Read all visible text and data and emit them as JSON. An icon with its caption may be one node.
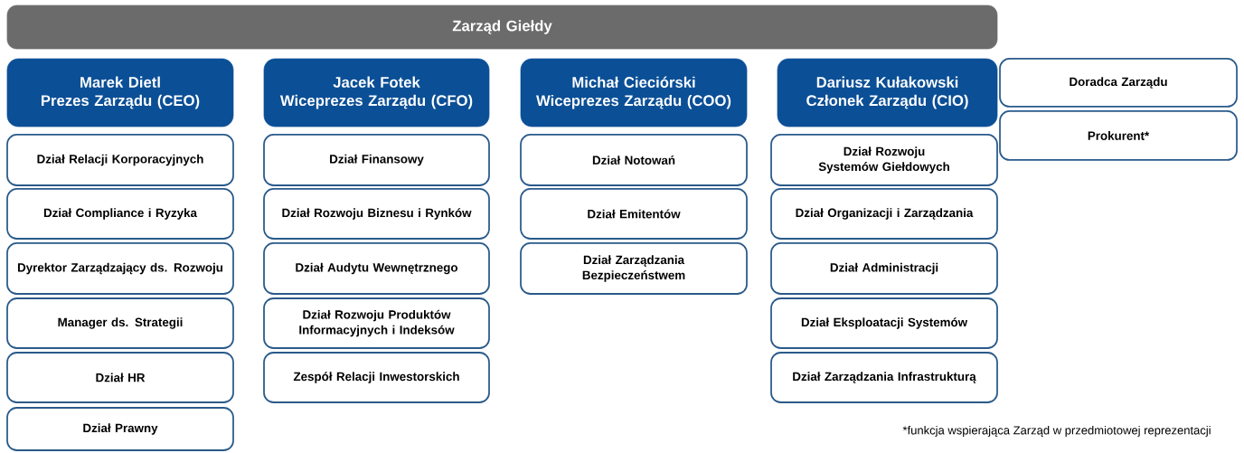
{
  "diagram": {
    "nodes": [
      {
        "text": [
          "Zarząd Giełdy"
        ]
      },
      {
        "text": [
          "Marek Dietl",
          "Prezes Zarządu (CEO)"
        ]
      },
      {
        "text": [
          "Dział Relacji Korporacyjnych"
        ]
      },
      {
        "text": [
          "Dział Compliance i Ryzyka"
        ]
      },
      {
        "text": [
          "Dyrektor Zarządzający ds. Rozwoju"
        ]
      },
      {
        "text": [
          "Manager ds. Strategii"
        ]
      },
      {
        "text": [
          "Dział HR"
        ]
      },
      {
        "text": [
          "Dział Prawny"
        ]
      },
      {
        "text": [
          "Jacek Fotek",
          "Wiceprezes Zarządu (CFO)"
        ]
      },
      {
        "text": [
          "Dział Finansowy"
        ]
      },
      {
        "text": [
          "Dział Rozwoju Biznesu i Rynków"
        ]
      },
      {
        "text": [
          "Dział Audytu Wewnętrznego"
        ]
      },
      {
        "text": [
          "Dział Rozwoju Produktów Informacyjnych i Indeksów"
        ]
      },
      {
        "text": [
          "Zespół Relacji Inwestorskich"
        ]
      },
      {
        "text": [
          "Michał Cieciórski",
          "Wiceprezes Zarządu (COO)"
        ]
      },
      {
        "text": [
          "Dział Notowań"
        ]
      },
      {
        "text": [
          "Dział Emitentów"
        ]
      },
      {
        "text": [
          "Dział Zarządzania Bezpieczeństwem"
        ]
      },
      {
        "text": [
          "Dariusz Kułakowski",
          "Członek Zarządu (CIO)"
        ]
      },
      {
        "text": [
          "Dział Rozwoju Systemów Giełdowych"
        ]
      },
      {
        "text": [
          "Dział Organizacji i Zarządzania"
        ]
      },
      {
        "text": [
          "Dział Administracji"
        ]
      },
      {
        "text": [
          "Dział Eksploatacji Systemów"
        ]
      },
      {
        "text": [
          "Dział Zarządzania Infrastrukturą"
        ]
      },
      {
        "text": [
          "Doradca Zarządu"
        ]
      },
      {
        "text": [
          "Prokurent*"
        ]
      }
    ],
    "labels": [
      "*funkcja wspierająca Zarząd w przedmiotowej reprezentacji"
    ]
  }
}
